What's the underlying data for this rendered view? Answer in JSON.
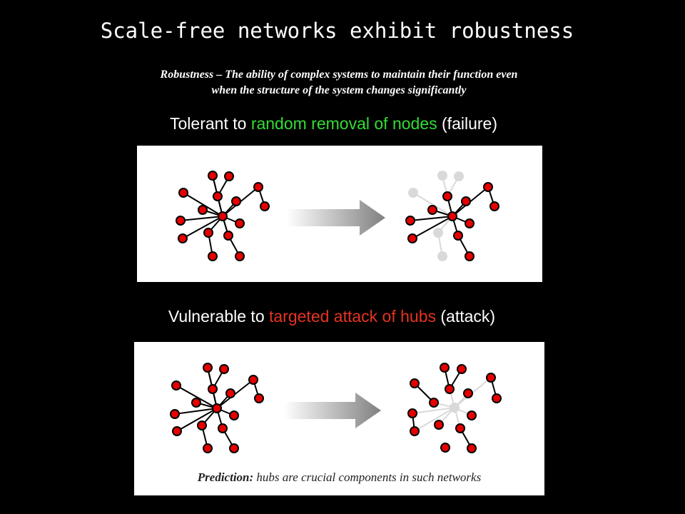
{
  "title": "Scale-free networks exhibit robustness",
  "definition": {
    "line1": "Robustness – The ability of complex systems to maintain their function even",
    "line2": "when the structure of the system changes significantly"
  },
  "failure": {
    "pre": "Tolerant to ",
    "highlight": "random removal of nodes",
    "post": " (failure)",
    "highlight_color": "#33dd33"
  },
  "attack": {
    "pre": "Vulnerable to ",
    "highlight": "targeted attack of hubs",
    "post": " (attack)",
    "highlight_color": "#e53322"
  },
  "prediction": {
    "label": "Prediction:",
    "text": " hubs are crucial components in such networks"
  },
  "colors": {
    "node": "#e60000",
    "removed": "#d9d9d9",
    "edge": "#000000",
    "arrow": "#888888"
  }
}
